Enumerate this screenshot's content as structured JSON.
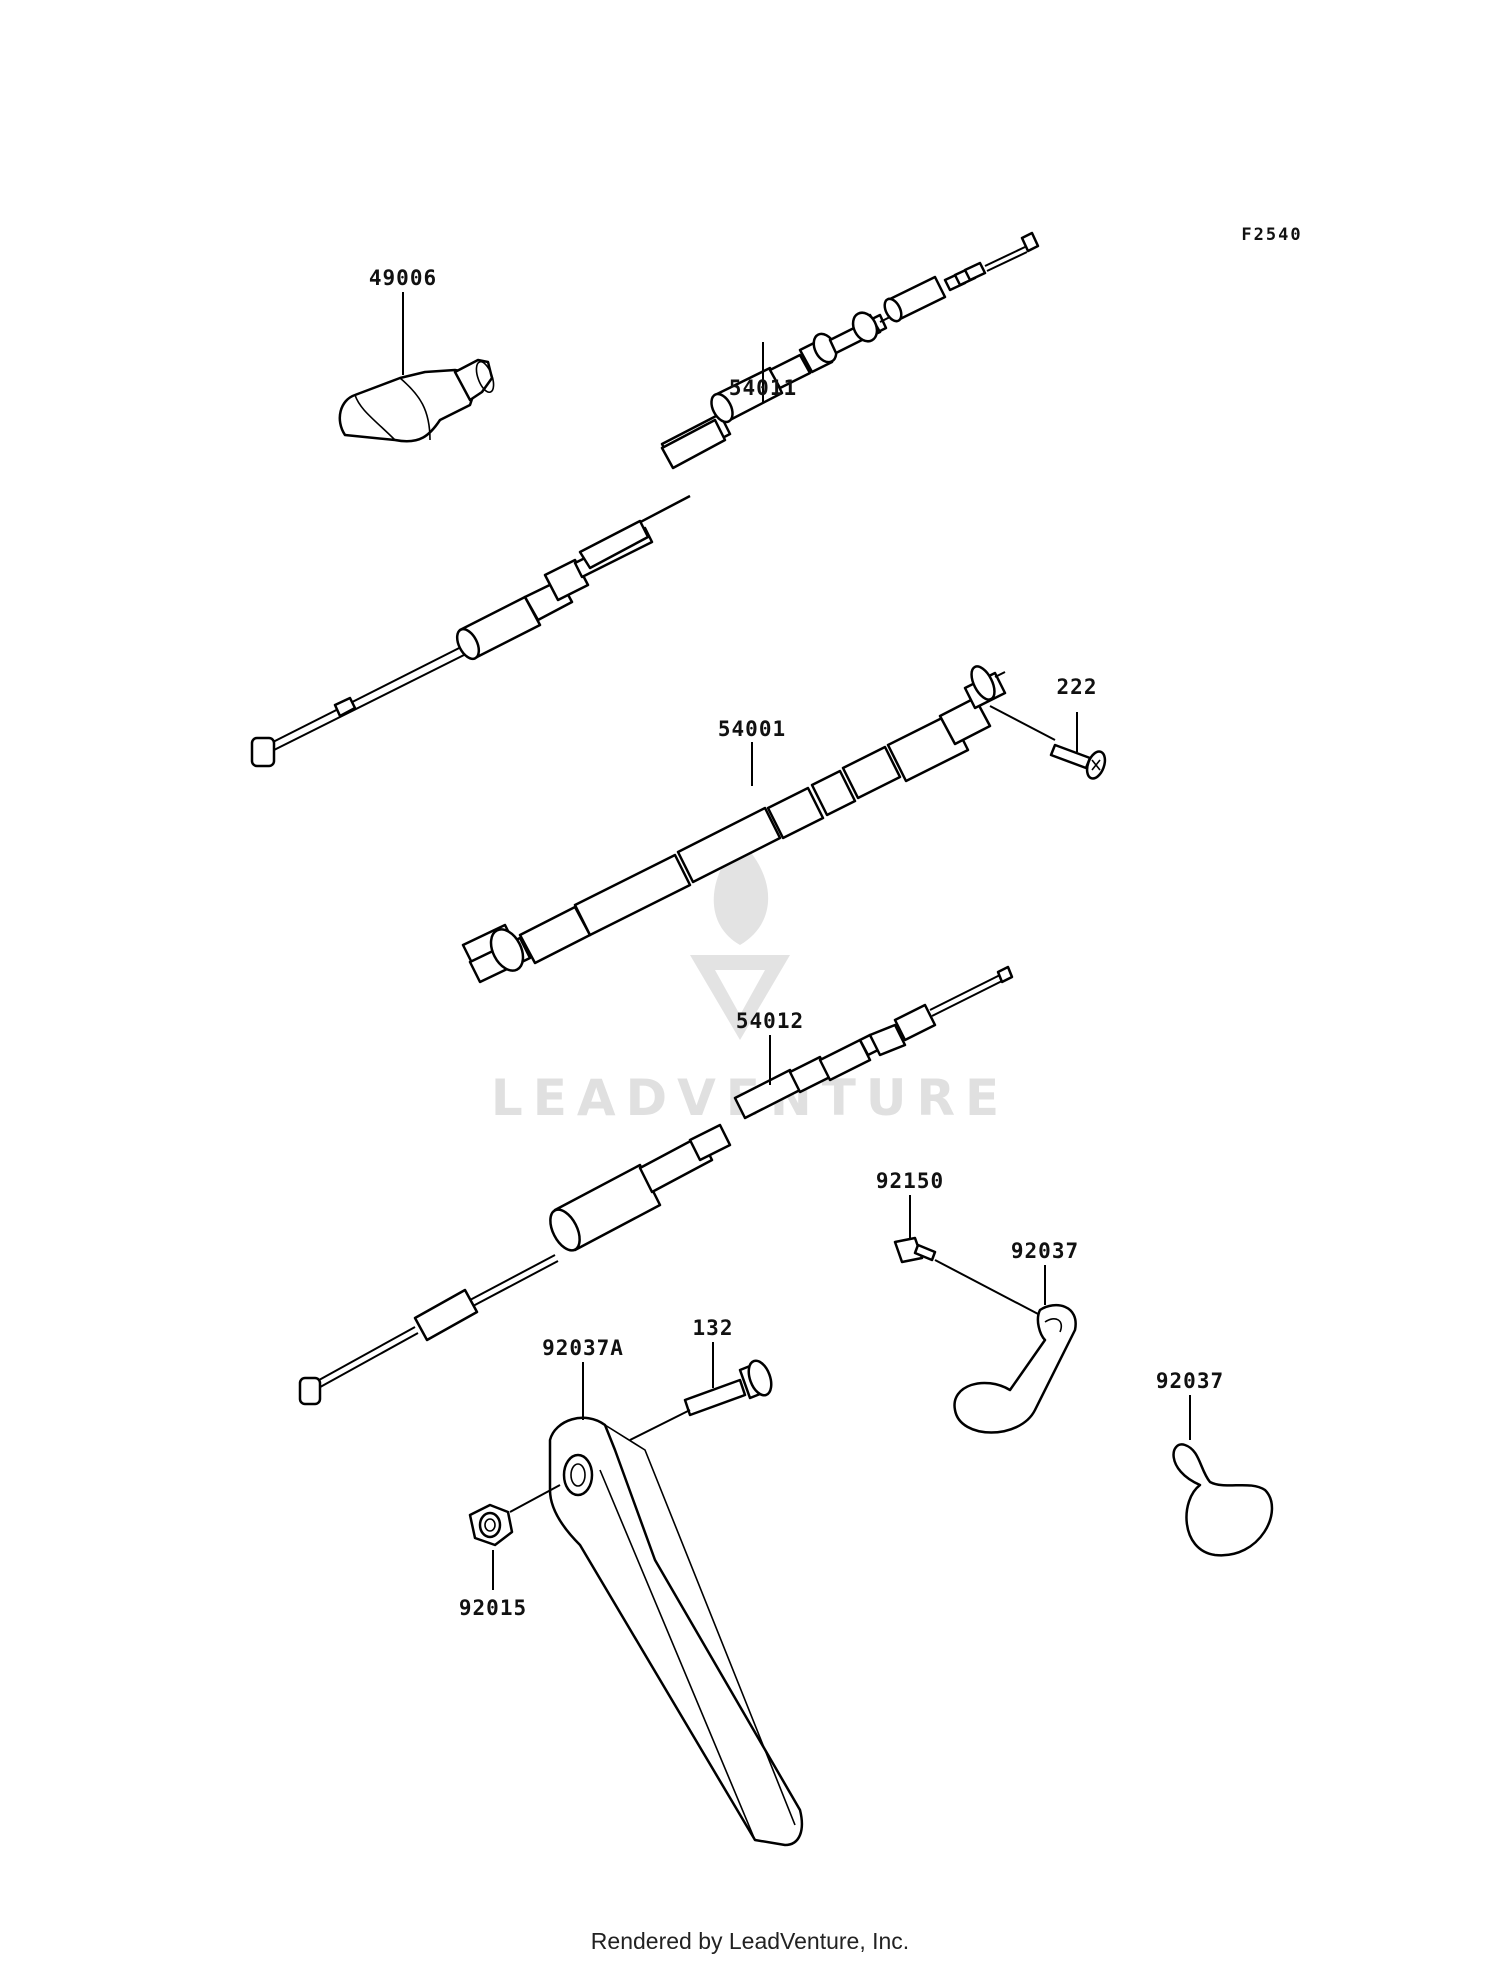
{
  "figure_code": "F2540",
  "callouts": {
    "c49006": "49006",
    "c54011": "54011",
    "c222": "222",
    "c54001": "54001",
    "c54012": "54012",
    "c92150": "92150",
    "c92037_a": "92037",
    "c92037_b": "92037",
    "c132": "132",
    "c92037A": "92037A",
    "c92015": "92015"
  },
  "watermark": "LEADVENTURE",
  "footer": "Rendered by LeadVenture, Inc."
}
